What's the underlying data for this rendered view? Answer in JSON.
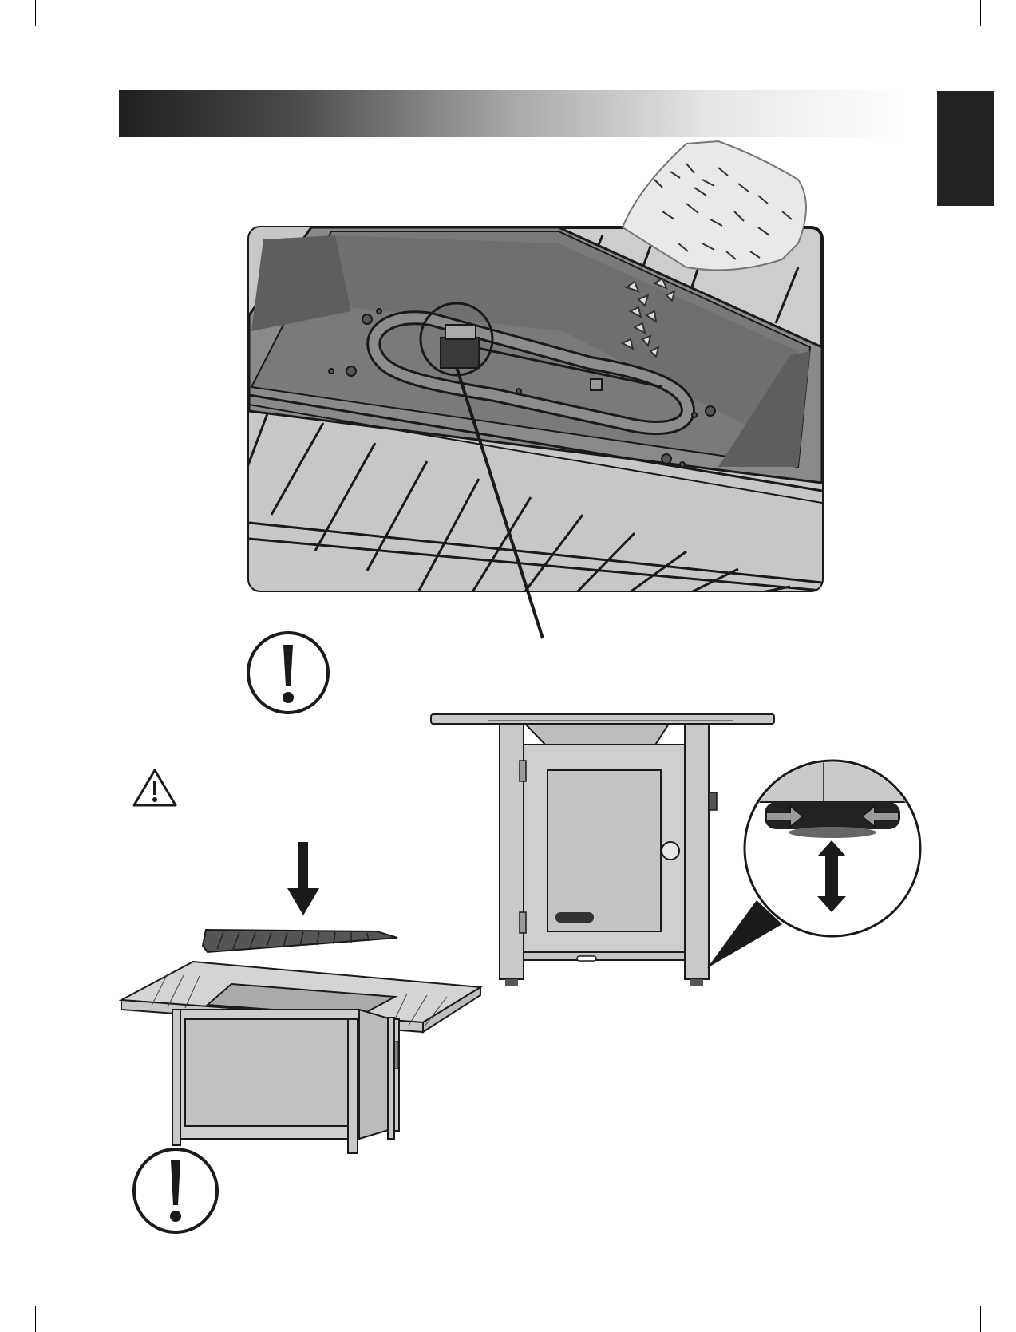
{
  "page": {
    "header_bar": "section-header-gradient",
    "side_tab": "language-tab"
  },
  "icons": {
    "notice_top": "exclamation-circle-icon",
    "notice_bottom": "exclamation-circle-icon",
    "warning": "warning-triangle-icon",
    "brand_badge": "brand-logo-badge"
  },
  "illustrations": {
    "burner_pan": "fire-pit-burner-with-lava-rock-bag",
    "side_view": "fire-table-front-view-with-leveling-foot",
    "lid_install": "fire-table-lid-installation"
  },
  "colors": {
    "frame_gray": "#c9c9c9",
    "pan_gray": "#7a7a7a",
    "outline": "#1a1a1a"
  }
}
